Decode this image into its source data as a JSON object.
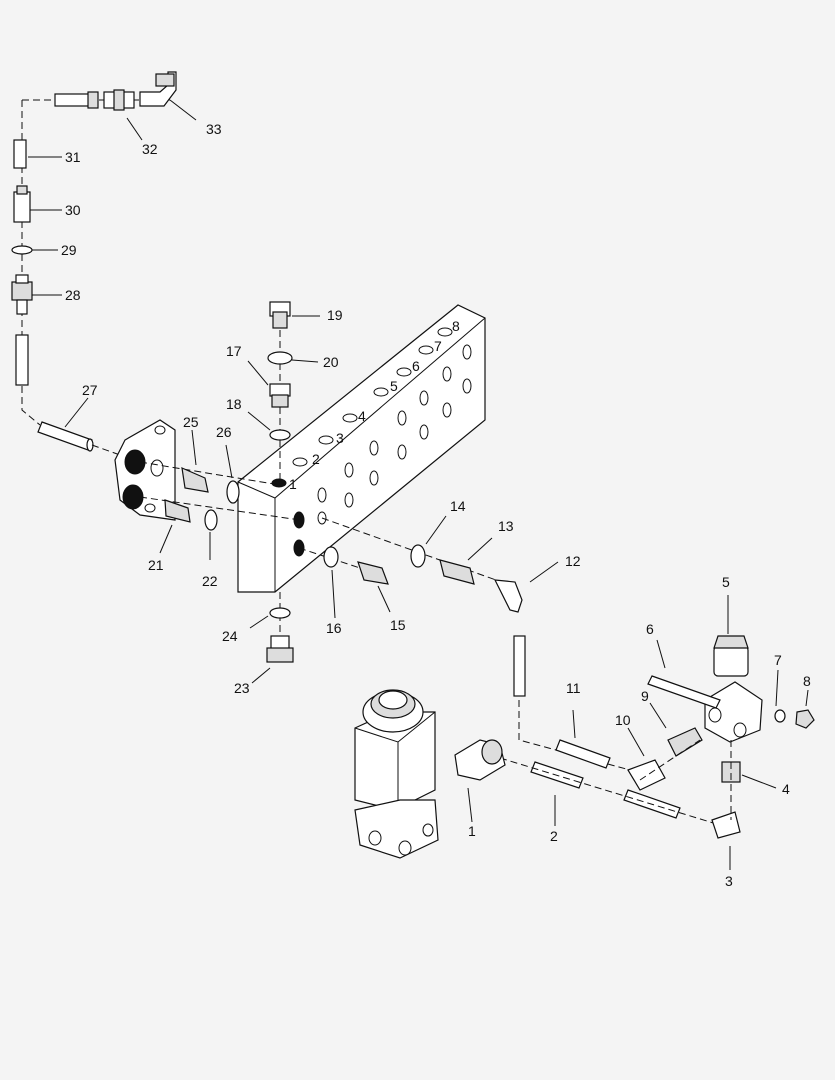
{
  "diagram": {
    "callouts": {
      "c1a": "1",
      "c1b": "1",
      "c2a": "2",
      "c2b": "2",
      "c3a": "3",
      "c3b": "3",
      "c4a": "4",
      "c4b": "4",
      "c5a": "5",
      "c5b": "5",
      "c6a": "6",
      "c6b": "6",
      "c7a": "7",
      "c7b": "7",
      "c8a": "8",
      "c8b": "8",
      "c9": "9",
      "c10": "10",
      "c11": "11",
      "c12": "12",
      "c13": "13",
      "c14": "14",
      "c15": "15",
      "c16": "16",
      "c17": "17",
      "c18": "18",
      "c19": "19",
      "c20": "20",
      "c21": "21",
      "c22": "22",
      "c23": "23",
      "c24": "24",
      "c25": "25",
      "c26": "26",
      "c27": "27",
      "c28": "28",
      "c29": "29",
      "c30": "30",
      "c31": "31",
      "c32": "32",
      "c33": "33"
    }
  }
}
